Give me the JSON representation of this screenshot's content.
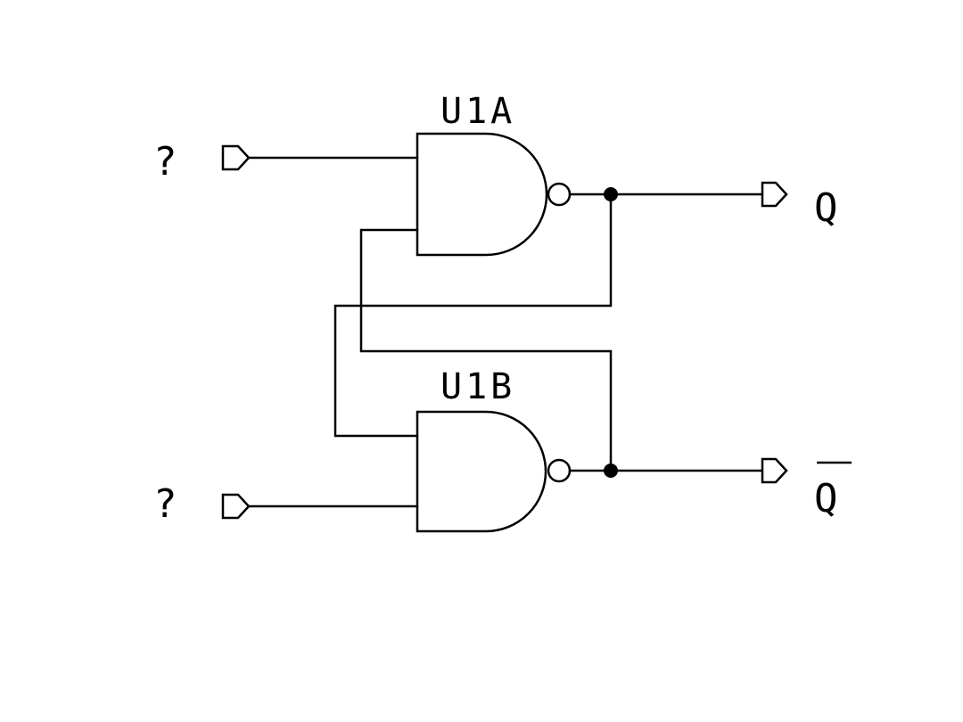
{
  "gates": [
    {
      "id": "u1a",
      "label": "U1A",
      "type": "NAND"
    },
    {
      "id": "u1b",
      "label": "U1B",
      "type": "NAND"
    }
  ],
  "inputs": [
    {
      "id": "input-top",
      "label": "?"
    },
    {
      "id": "input-bottom",
      "label": "?"
    }
  ],
  "outputs": [
    {
      "id": "output-q",
      "label": "Q",
      "overbar": false
    },
    {
      "id": "output-q-bar",
      "label": "Q",
      "overbar": true
    }
  ],
  "colors": {
    "stroke": "#000000",
    "background": "#ffffff"
  }
}
